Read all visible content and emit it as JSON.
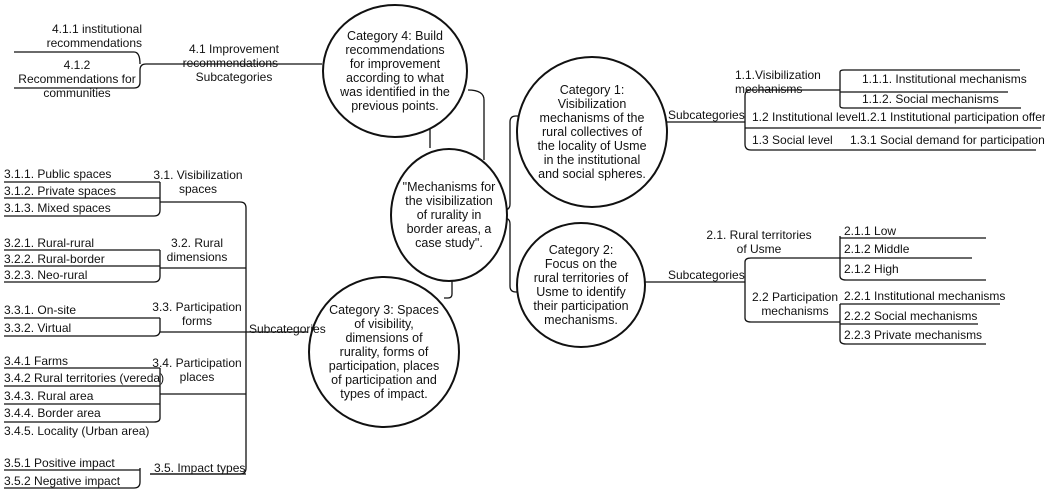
{
  "center": {
    "text": "\"Mechanisms for the visibilization of rurality in border areas, a case study\"."
  },
  "cat4": {
    "text": "Category 4: Build recommendations for improvement according to what was identified in the previous points.",
    "sub_label": "4.1 Improvement recommendations - Subcategories",
    "items": [
      "4.1.1 institutional recommendations",
      "4.1.2 Recommendations for communities"
    ]
  },
  "cat1": {
    "text": "Category 1: Visibilization mechanisms of the rural collectives of the locality of Usme in the institutional and social spheres.",
    "sub_label": "Subcategories",
    "groups": [
      {
        "label": "1.1.Visibilization mechanisms",
        "items": [
          "1.1.1. Institutional mechanisms",
          "1.1.2. Social mechanisms"
        ]
      },
      {
        "label": "1.2 Institutional level",
        "items": [
          "1.2.1 Institutional participation offer"
        ]
      },
      {
        "label": "1.3 Social level",
        "items": [
          "1.3.1 Social demand for participation"
        ]
      }
    ]
  },
  "cat2": {
    "text": "Category 2: Focus on the rural territories of Usme to identify their participation mechanisms.",
    "sub_label": "Subcategories",
    "groups": [
      {
        "label": "2.1. Rural territories of Usme",
        "items": [
          "2.1.1 Low",
          "2.1.2 Middle",
          "2.1.2 High"
        ]
      },
      {
        "label": "2.2 Participation mechanisms",
        "items": [
          "2.2.1 Institutional mechanisms",
          "2.2.2  Social mechanisms",
          "2.2.3  Private mechanisms"
        ]
      }
    ]
  },
  "cat3": {
    "text": "Category 3: Spaces of visibility, dimensions of rurality, forms of participation, places of participation and types of impact.",
    "sub_label": "Subcategories",
    "groups": [
      {
        "label": "3.1. Visibilization spaces",
        "items": [
          "3.1.1. Public spaces",
          "3.1.2. Private spaces",
          "3.1.3. Mixed spaces"
        ]
      },
      {
        "label": "3.2. Rural dimensions",
        "items": [
          "3.2.1. Rural-rural",
          "3.2.2. Rural-border",
          "3.2.3. Neo-rural"
        ]
      },
      {
        "label": "3.3. Participation forms",
        "items": [
          "3.3.1. On-site",
          "3.3.2. Virtual"
        ]
      },
      {
        "label": "3.4. Participation places",
        "items": [
          "3.4.1 Farms",
          "3.4.2 Rural territories (vereda)",
          "3.4.3. Rural area",
          "3.4.4. Border area",
          "3.4.5. Locality (Urban area)"
        ]
      },
      {
        "label": "3.5. Impact types",
        "items": [
          "3.5.1 Positive impact",
          "3.5.2 Negative impact"
        ]
      }
    ]
  }
}
